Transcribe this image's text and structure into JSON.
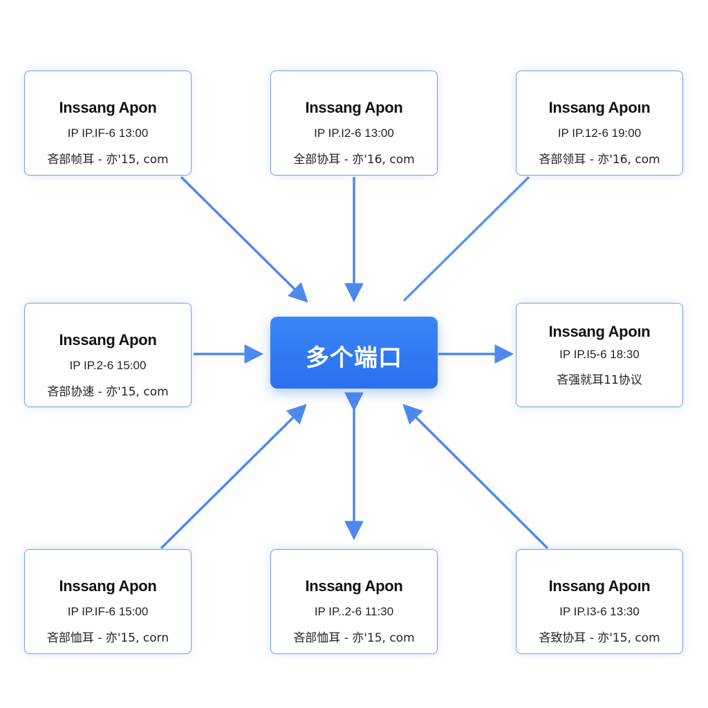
{
  "hub": {
    "label": "多个端口"
  },
  "nodes": [
    {
      "title": "Inssang Apon",
      "ip": "IP IP.IF-6 13:00",
      "detail": "吝部帧耳 - 亦'15, com"
    },
    {
      "title": "Inssang Apon",
      "ip": "IP IP.I2-6 13:00",
      "detail": "全部协耳 - 亦'16, com"
    },
    {
      "title": "Inssang Apoın",
      "ip": "IP IP.12-6 19:00",
      "detail": "吝部领耳 - 亦'16, com"
    },
    {
      "title": "Inssang Apon",
      "ip": "IP IP.2-6 15:00",
      "detail": "吝部协速 - 亦'15, com"
    },
    {
      "title": "Inssang Apoın",
      "ip": "IP IP.I5-6 18:30",
      "detail": "吝强就耳11协议"
    },
    {
      "title": "Inssang Apon",
      "ip": "IP IP.IF-6 15:00",
      "detail": "吝部恤耳 - 亦'15, corn"
    },
    {
      "title": "Inssang Apon",
      "ip": "IP IP..2-6 11:30",
      "detail": "吝部恤耳 - 亦'15, com"
    },
    {
      "title": "Inssang Apoın",
      "ip": "IP IP.I3-6 13:30",
      "detail": "吝致协耳 - 亦'15, com"
    }
  ],
  "colors": {
    "hub_fill": "#2f7bf5",
    "node_border": "#6f9ef0",
    "connector": "#4d88ef"
  }
}
